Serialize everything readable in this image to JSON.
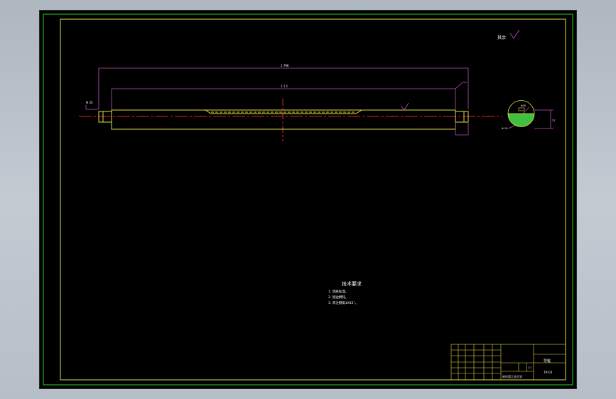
{
  "drawing": {
    "notes_title": "技术要求",
    "notes": [
      "1. 调质处理。",
      "2. 锐边倒钝。",
      "3. 未注倒角1X45°。"
    ],
    "surface_symbol_text": "其余",
    "dim_overall": "1 796",
    "dim_mid": "1 1 1",
    "dim_left_end": "Φ 35",
    "dim_section_dia": "Φ30",
    "dim_section_depth": "27",
    "dim_section_width": "Φ 10",
    "title_block": {
      "name": "导辊",
      "drawing_no": "TP-01",
      "unit_label": "哈尔滨工业大学",
      "scale": "1:1"
    }
  },
  "colors": {
    "frame": "#22d922",
    "border": "#e0e040",
    "centerline": "#e02020",
    "dimension": "#c050c0",
    "text": "#ffffff",
    "hatch": "#40c040"
  }
}
